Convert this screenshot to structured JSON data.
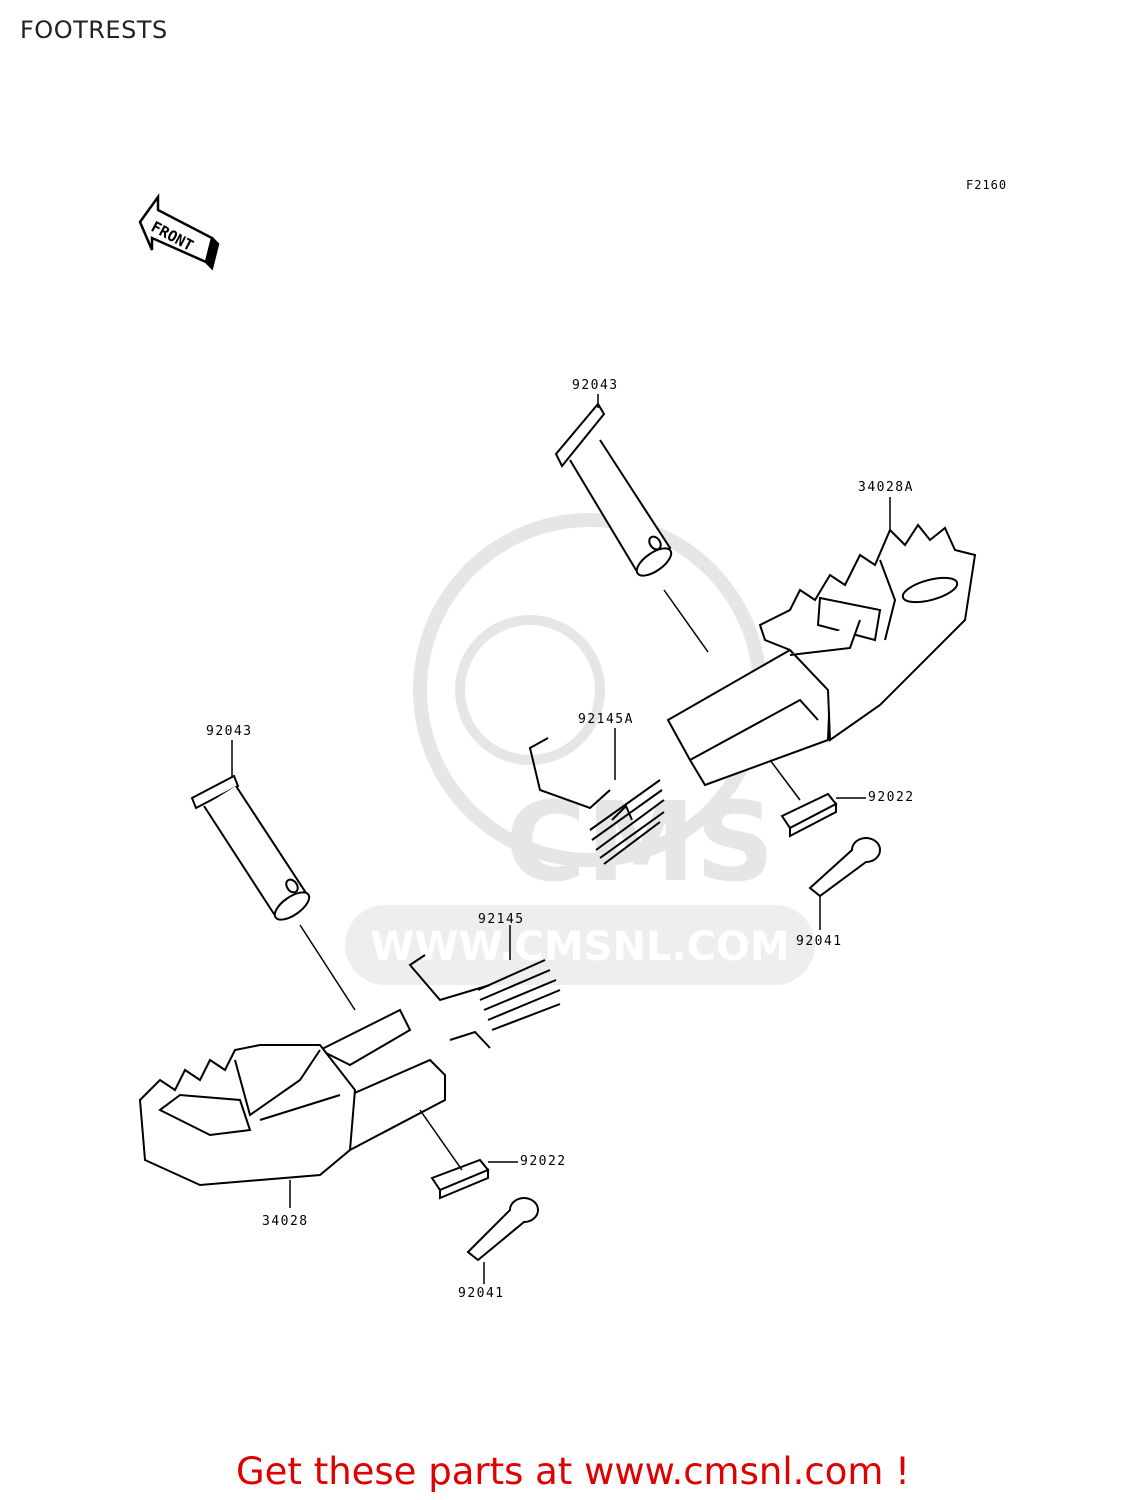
{
  "title": "FOOTRESTS",
  "figure_code": "F2160",
  "front_marker": "FRONT",
  "watermark": {
    "logo": "CMS",
    "url": "WWW.CMSNL.COM"
  },
  "callouts": [
    {
      "id": "pin-upper",
      "part": "92043"
    },
    {
      "id": "footrest-right",
      "part": "34028A"
    },
    {
      "id": "spring-upper",
      "part": "92145A"
    },
    {
      "id": "washer-upper",
      "part": "92022"
    },
    {
      "id": "cotter-upper",
      "part": "92041"
    },
    {
      "id": "pin-lower",
      "part": "92043"
    },
    {
      "id": "spring-lower",
      "part": "92145"
    },
    {
      "id": "washer-lower",
      "part": "92022"
    },
    {
      "id": "footrest-left",
      "part": "34028"
    },
    {
      "id": "cotter-lower",
      "part": "92041"
    }
  ],
  "promo": "Get these parts at www.cmsnl.com !",
  "colors": {
    "promo": "#e00000",
    "line": "#000000",
    "watermark": "#e6e6e6"
  }
}
